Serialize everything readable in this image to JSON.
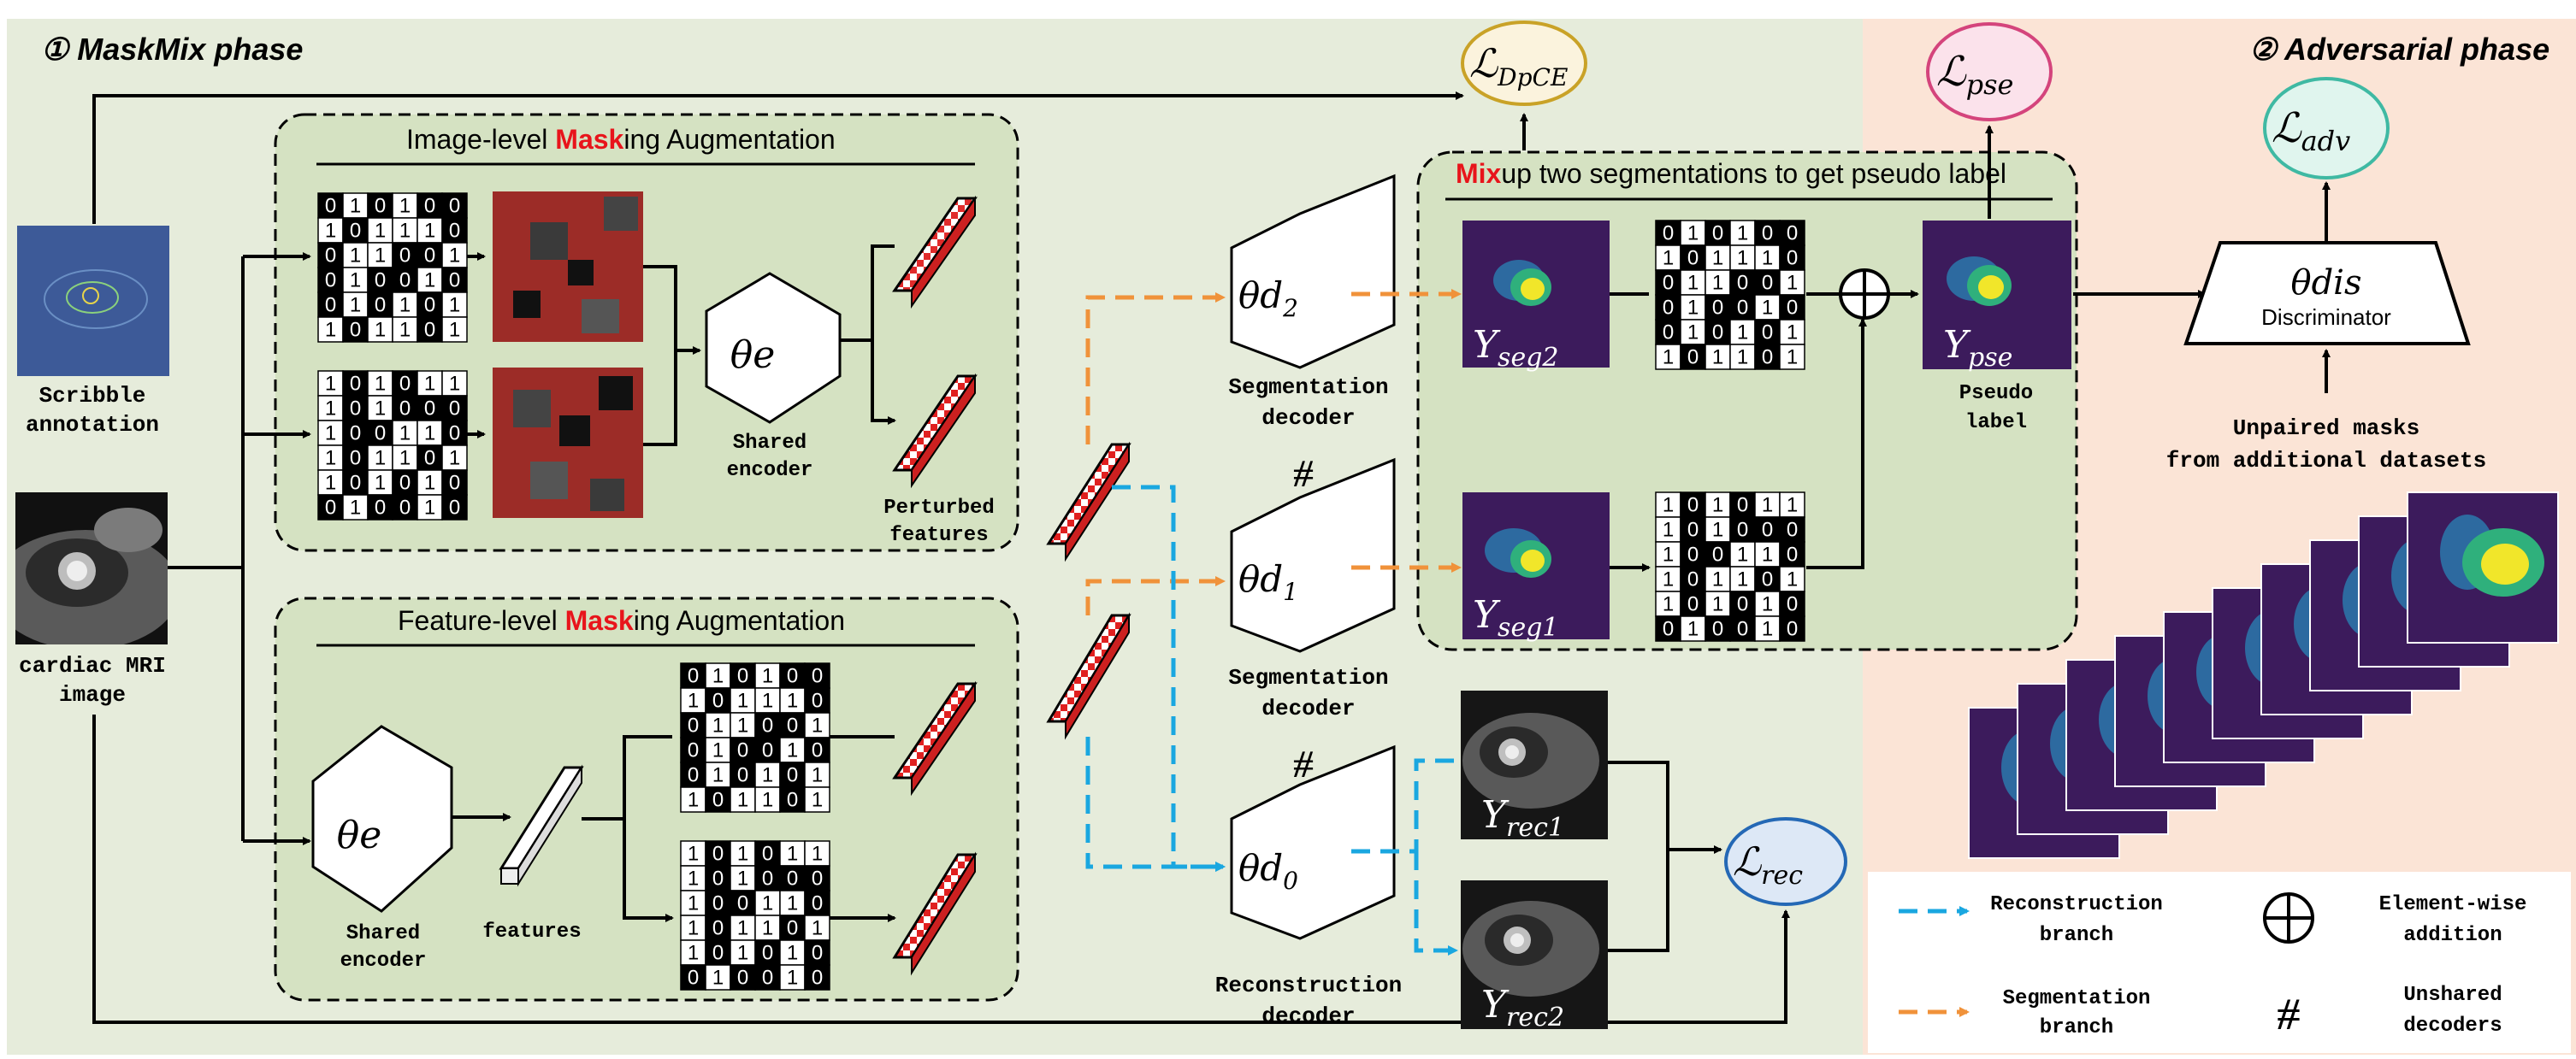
{
  "phases": {
    "maskmix": "① MaskMix phase",
    "adversarial": "② Adversarial phase"
  },
  "boxes": {
    "image_mask": {
      "pre": "Image-level ",
      "hl": "Mask",
      "post": "ing Augmentation"
    },
    "feature_mask": {
      "pre": "Feature-level ",
      "hl": "Mask",
      "post": "ing Augmentation"
    },
    "mixup": {
      "hl": "Mix",
      "post": "up two segmentations to get pseudo label"
    }
  },
  "inputs": {
    "scribble": [
      "Scribble",
      "annotation"
    ],
    "mri": [
      "cardiac MRI",
      "image"
    ]
  },
  "labels": {
    "shared_encoder_top": [
      "Shared",
      "encoder"
    ],
    "shared_encoder_bottom": [
      "Shared",
      "encoder"
    ],
    "perturbed": [
      "Perturbed",
      "features"
    ],
    "features": "features",
    "seg_decoder_2": [
      "Segmentation",
      "decoder"
    ],
    "seg_decoder_1": [
      "Segmentation",
      "decoder"
    ],
    "rec_decoder": [
      "Reconstruction",
      "decoder"
    ],
    "pseudo": [
      "Pseudo",
      "label"
    ],
    "discriminator": "Discriminator",
    "unpaired": [
      "Unpaired masks",
      "from additional datasets"
    ]
  },
  "symbols": {
    "encoder": "θe",
    "d2": "θd",
    "d2_sub": "2",
    "d1": "θd",
    "d1_sub": "1",
    "d0": "θd",
    "d0_sub": "0",
    "dis": "θdis"
  },
  "losses": {
    "dpce": {
      "main": "ℒ",
      "sub": "DpCE"
    },
    "pse": {
      "main": "ℒ",
      "sub": "pse"
    },
    "adv": {
      "main": "ℒ",
      "sub": "adv"
    },
    "rec": {
      "main": "ℒ",
      "sub": "rec"
    }
  },
  "outputs": {
    "seg2": {
      "main": "Y",
      "sub": "seg2"
    },
    "seg1": {
      "main": "Y",
      "sub": "seg1"
    },
    "pse": {
      "main": "Y",
      "sub": "pse"
    },
    "rec1": {
      "main": "Y",
      "sub": "rec1"
    },
    "rec2": {
      "main": "Y",
      "sub": "rec2"
    }
  },
  "masks": {
    "img_mask_1": [
      "010100",
      "101110",
      "011001",
      "010010",
      "010101",
      "101101"
    ],
    "img_mask_2": [
      "101011",
      "101000",
      "100110",
      "101101",
      "101010",
      "010010"
    ],
    "feat_mask_1": [
      "010100",
      "101110",
      "011001",
      "010010",
      "010101",
      "101101"
    ],
    "feat_mask_2": [
      "101011",
      "101000",
      "100110",
      "101101",
      "101010",
      "010010"
    ],
    "seg2_mask": [
      "010100",
      "101110",
      "011001",
      "010010",
      "010101",
      "101101"
    ],
    "seg1_mask": [
      "101011",
      "101000",
      "100110",
      "101101",
      "101010",
      "010010"
    ]
  },
  "legend": {
    "rec_branch": [
      "Reconstruction",
      "branch"
    ],
    "seg_branch": [
      "Segmentation",
      "branch"
    ],
    "addition": [
      "Element-wise",
      "addition"
    ],
    "unshared": [
      "Unshared",
      "decoders"
    ]
  },
  "colors": {
    "maskmix_bg": "#e6ecdb",
    "adversarial_bg": "#fbe4d6",
    "inner_box": "#d5e2c2",
    "orange": "#f0923a",
    "blue": "#1aa7e0",
    "seg_purple": "#3c1b5c",
    "seg_blue": "#2d6aa0",
    "seg_green": "#2fb07c",
    "seg_yellow": "#f1e62a",
    "mask_red": "#9c2c27",
    "dpce_stroke": "#c9a227",
    "dpce_fill": "#fbf3dd",
    "pse_stroke": "#d4447c",
    "pse_fill": "#fbe2eb",
    "adv_stroke": "#3fb9a3",
    "adv_fill": "#e0f5ee",
    "rec_stroke": "#2468b5",
    "rec_fill": "#dde8f6"
  }
}
